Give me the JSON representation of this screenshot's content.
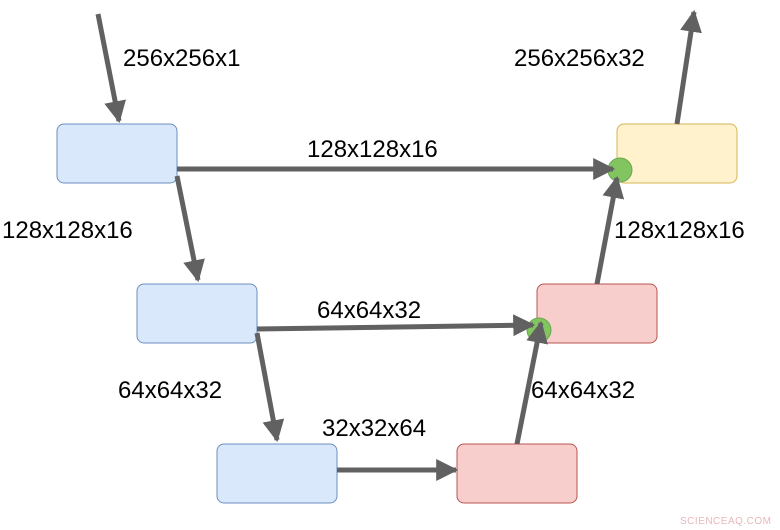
{
  "colors": {
    "encoder_fill": "#dae8fc",
    "encoder_stroke": "#6c8ebf",
    "decoder_fill": "#f8cecc",
    "decoder_stroke": "#b85450",
    "output_fill": "#fff2cc",
    "output_stroke": "#d6b656",
    "arrow": "#616161",
    "merge_fill": "#82c45f",
    "merge_stroke": "#6aa84f"
  },
  "labels": {
    "input": "256x256x1",
    "output": "256x256x32",
    "skip_top": "128x128x16",
    "skip_mid": "64x64x32",
    "skip_bottom": "32x32x64",
    "down_1": "128x128x16",
    "down_2": "64x64x32",
    "up_1": "64x64x32",
    "up_2": "128x128x16"
  },
  "watermark": "SCIENCEAQ.COM"
}
